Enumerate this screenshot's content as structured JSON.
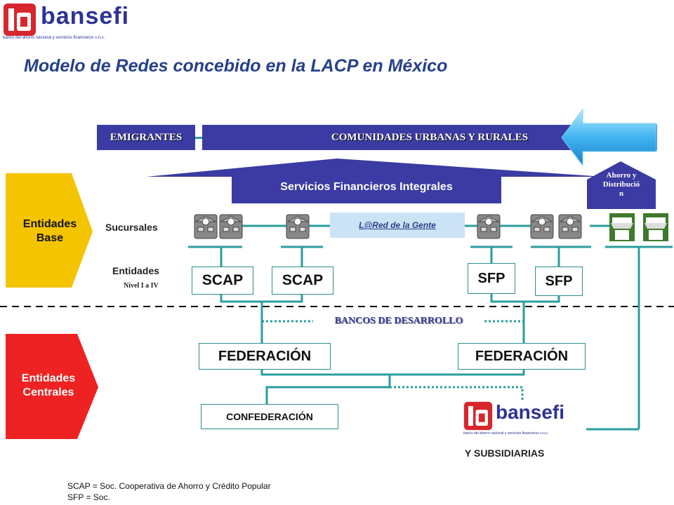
{
  "logo": {
    "name": "bansefi",
    "tagline": "banco del ahorro nacional y servicios financieros s.n.c."
  },
  "title": "Modelo de Redes concebido en la LACP en México",
  "top_bar": {
    "emigrantes": "EMIGRANTES",
    "comunidades": "COMUNIDADES URBANAS Y RURALES"
  },
  "services_label": "Servicios Financieros Integrales",
  "ahorro_label": [
    "Ahorro y",
    "Distribució",
    "n"
  ],
  "left_labels": {
    "base": [
      "Entidades",
      "Base"
    ],
    "centrales": [
      "Entidades",
      "Centrales"
    ]
  },
  "row_labels": {
    "sucursales": "Sucursales",
    "entidades": "Entidades",
    "nivel": "Nivel I a IV"
  },
  "red_label": "L@Red de la Gente",
  "entities": {
    "scap_1": "SCAP",
    "scap_2": "SCAP",
    "sfp_1": "SFP",
    "sfp_2": "SFP"
  },
  "bancos": "BANCOS DE DESARROLLO",
  "federacion_1": "FEDERACIÓN",
  "federacion_2": "FEDERACIÓN",
  "confederacion": "CONFEDERACIÓN",
  "subsidiarias": "Y SUBSIDIARIAS",
  "footnotes": [
    "SCAP = Soc. Cooperativa de Ahorro y Crédito Popular",
    "SFP = Soc."
  ],
  "colors": {
    "accent": "#3b3ba3",
    "teal": "#2a9d9d",
    "base": "#f5c400",
    "central": "#ee2222",
    "logo": "#d7262d"
  }
}
